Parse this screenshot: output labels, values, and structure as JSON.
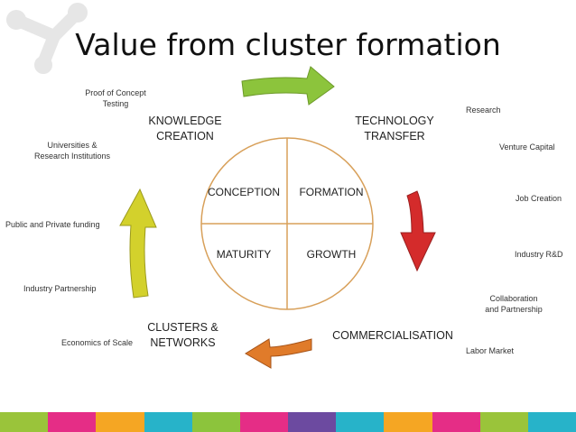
{
  "title": "Value from cluster formation",
  "stages": {
    "knowledge_creation": "KNOWLEDGE\nCREATION",
    "technology_transfer": "TECHNOLOGY\nTRANSFER",
    "commercialisation": "COMMERCIALISATION",
    "clusters_networks": "CLUSTERS &\nNETWORKS"
  },
  "quadrants": {
    "conception": "CONCEPTION",
    "formation": "FORMATION",
    "maturity": "MATURITY",
    "growth": "GROWTH"
  },
  "notes": {
    "proof_of_concept": "Proof of Concept\nTesting",
    "universities": "Universities &\nResearch Institutions",
    "public_private_funding": "Public and Private funding",
    "industry_partnership": "Industry Partnership",
    "economics_of_scale": "Economics of Scale",
    "research": "Research",
    "venture_capital": "Venture Capital",
    "job_creation": "Job Creation",
    "industry_rd": "Industry R&D",
    "collaboration": "Collaboration\nand Partnership",
    "labor_market": "Labor Market"
  },
  "colors": {
    "circle": "#d8a05a",
    "arrow_green": "#8cc43c",
    "arrow_red": "#d42b2b",
    "arrow_orange": "#e07b2a",
    "arrow_yellow": "#d3d12c",
    "logo_gray": "#e6e6e6"
  },
  "stripe_colors": [
    "#9ac43a",
    "#e52d86",
    "#f5a623",
    "#27b3c9",
    "#8cc43c",
    "#e52d86",
    "#6c4aa0",
    "#27b3c9",
    "#f5a623",
    "#e52d86",
    "#9ac43a",
    "#27b3c9"
  ],
  "icons": {
    "logo": "molecule-logo-icon",
    "arrows": "curved-arrow-icon"
  }
}
